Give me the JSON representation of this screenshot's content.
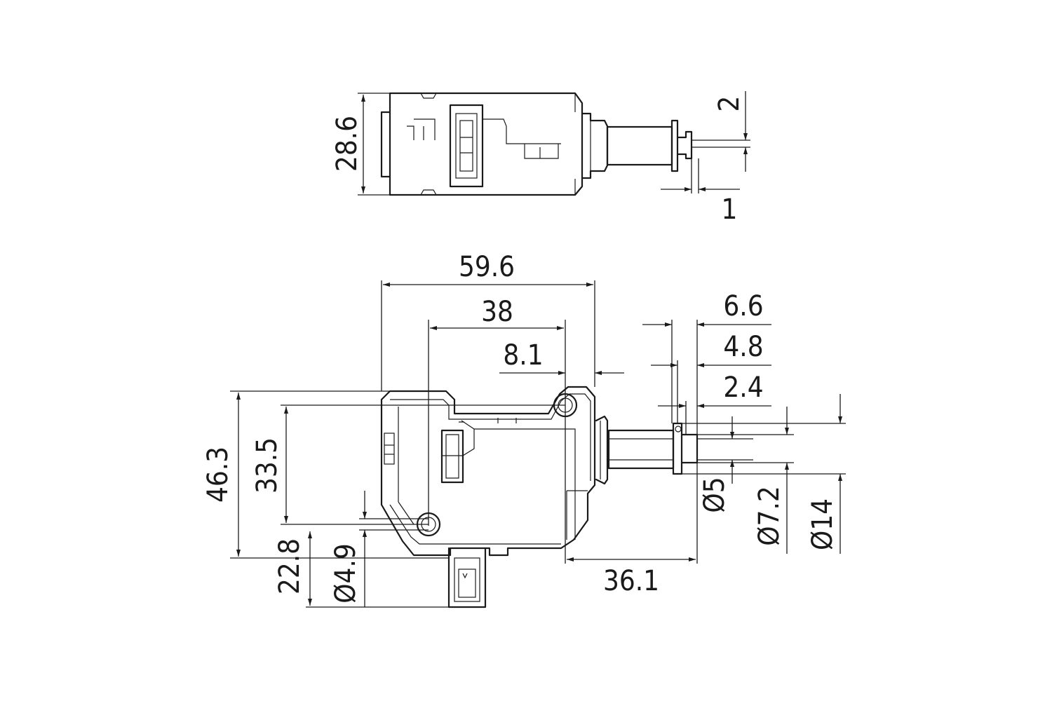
{
  "dimensions": {
    "top_height": "28.6",
    "top_stroke": "2",
    "top_offset": "1",
    "width_overall": "59.6",
    "width_38": "38",
    "width_8_1": "8.1",
    "plunger_6_6": "6.6",
    "plunger_4_8": "4.8",
    "plunger_2_4": "2.4",
    "height_overall": "46.3",
    "height_33_5": "33.5",
    "height_22_8": "22.8",
    "hole_dia": "Ø4.9",
    "plunger_length": "36.1",
    "shaft_dia": "Ø5",
    "tip_dia": "Ø7.2",
    "flange_dia": "Ø14"
  },
  "icons": {
    "part_outline": "actuator-outline"
  }
}
